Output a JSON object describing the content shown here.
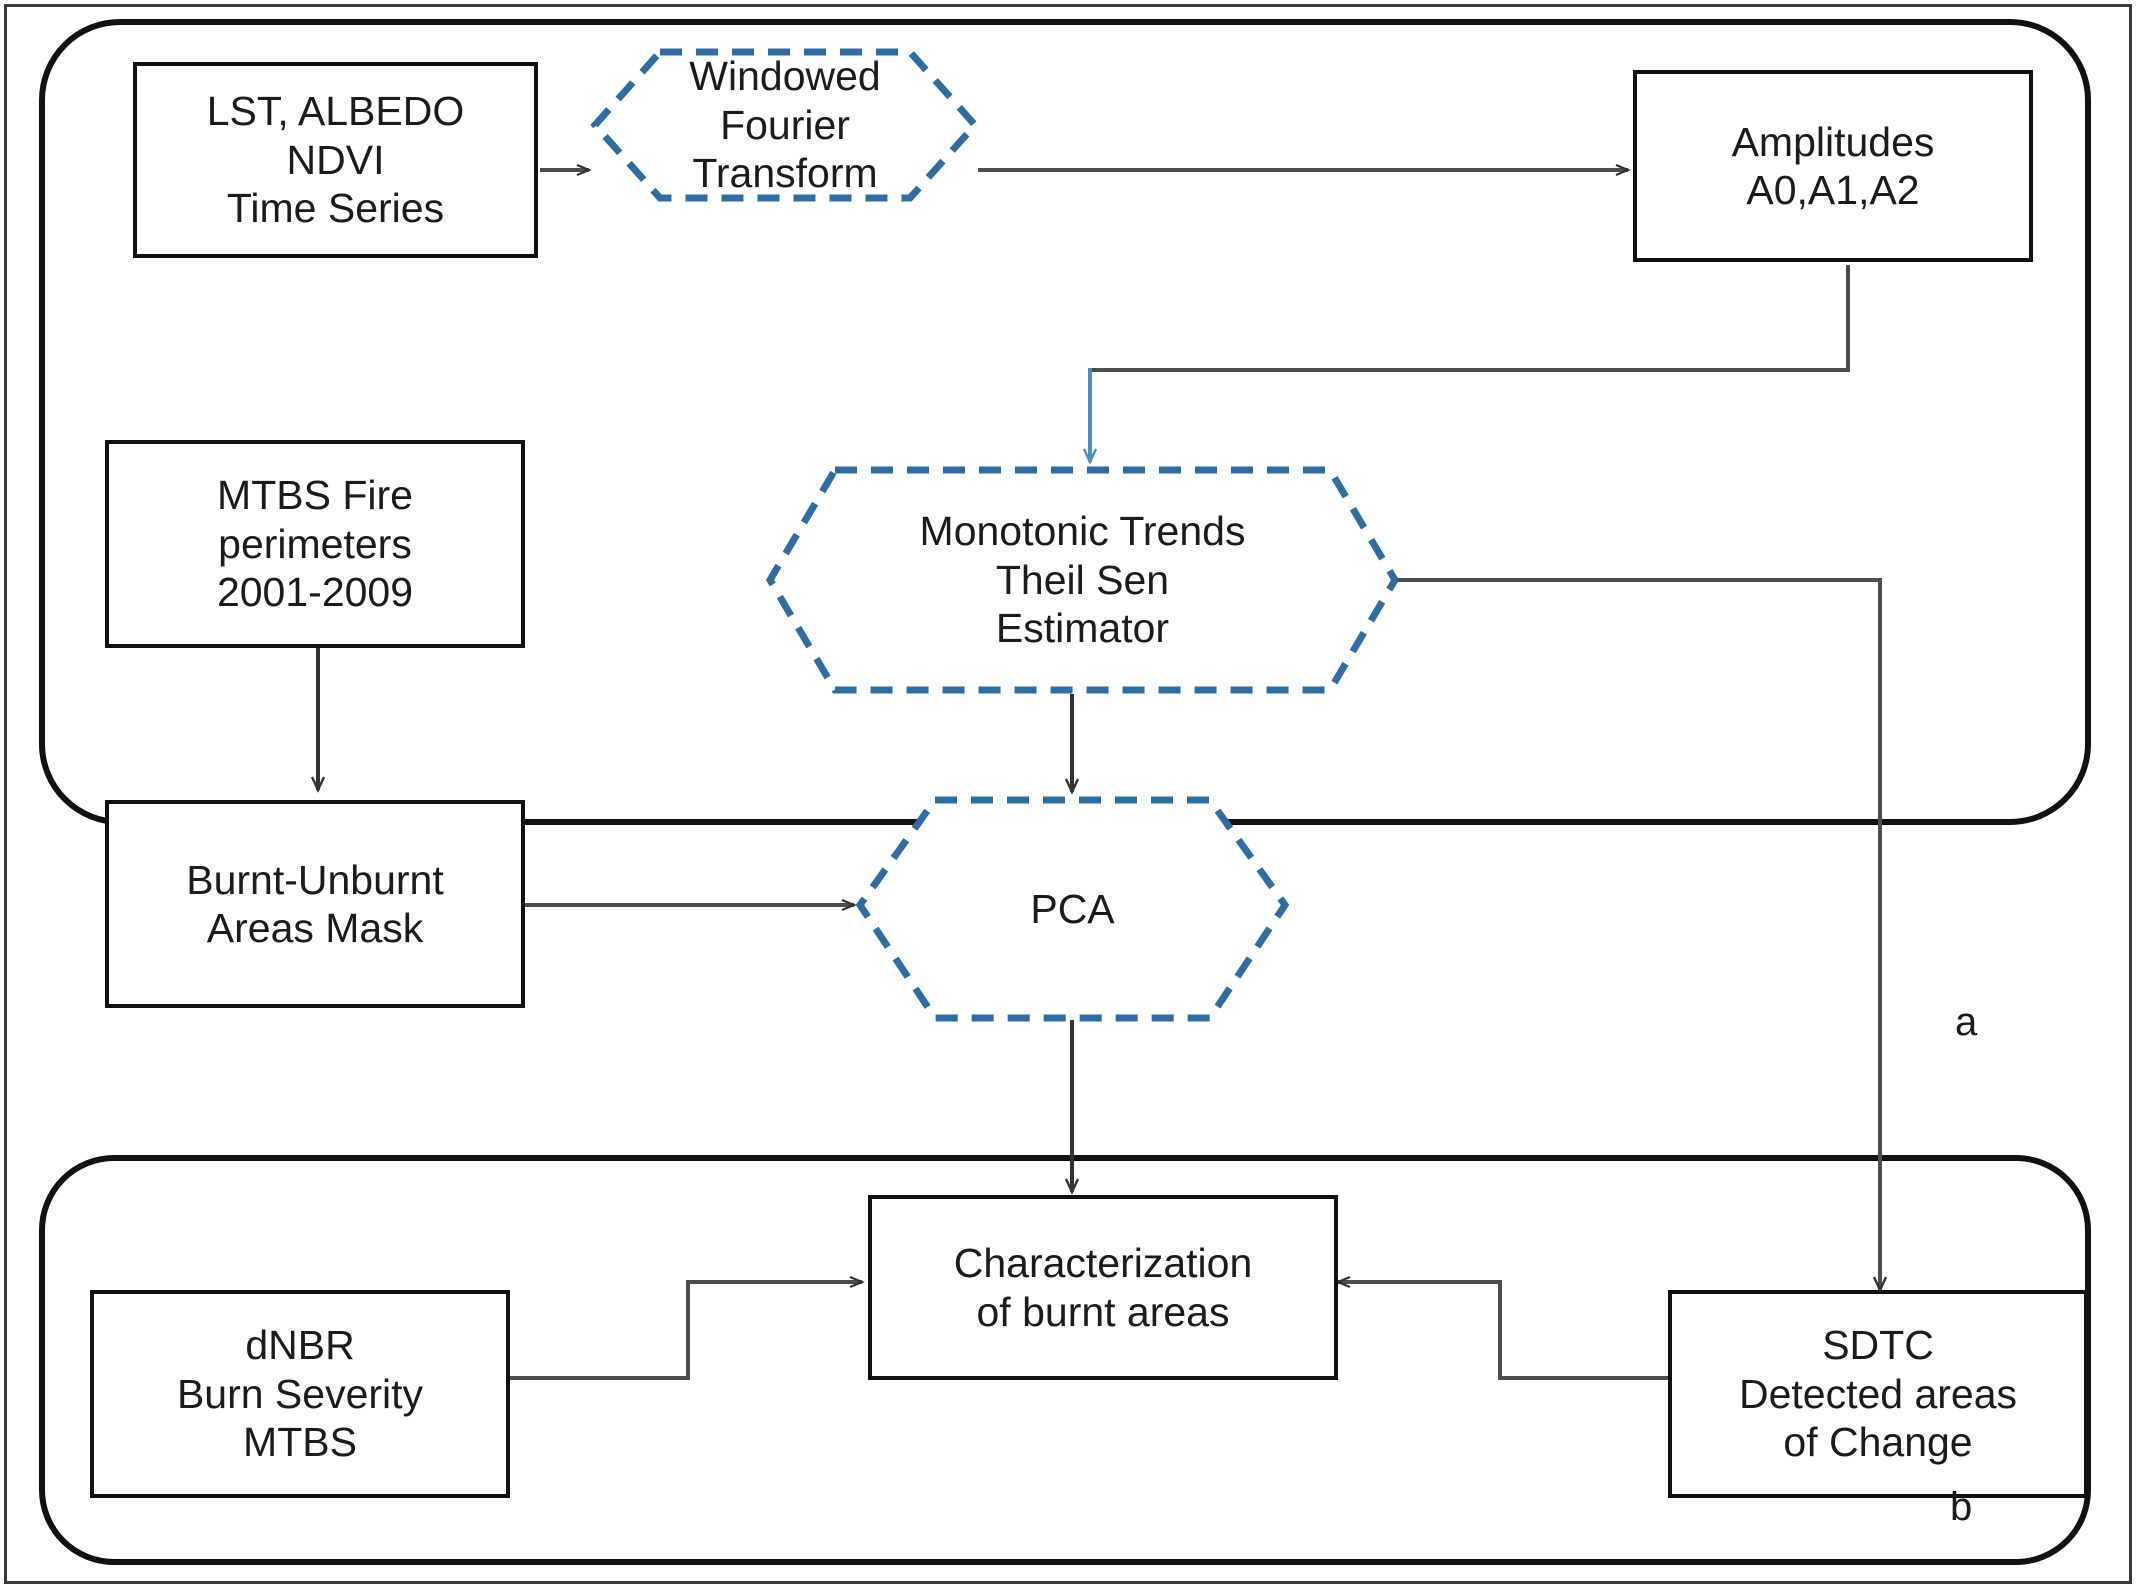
{
  "figure": {
    "panels": [
      {
        "id": "a",
        "letter": "a"
      },
      {
        "id": "b",
        "letter": "b"
      }
    ],
    "colors": {
      "process_outline": "#2E6DA4",
      "data_outline": "#111111",
      "connector": "#4d4d4d",
      "connector_accent": "#4a90c4",
      "panel_border": "#111111",
      "frame": "#3b3b3b",
      "text": "#1b1b1b",
      "background": "#ffffff"
    }
  },
  "nodes": {
    "lst_albedo_ndvi": {
      "shape": "rectangle",
      "text": "LST, ALBEDO\nNDVI\nTime Series"
    },
    "windowed_fourier_transform": {
      "shape": "hexagon",
      "text": "Windowed\nFourier\nTransform"
    },
    "amplitudes": {
      "shape": "rectangle",
      "text": "Amplitudes\nA0,A1,A2"
    },
    "mtbs_fire_perimeters": {
      "shape": "rectangle",
      "text": "MTBS Fire\nperimeters\n2001-2009"
    },
    "monotonic_trends": {
      "shape": "hexagon",
      "text": "Monotonic Trends\nTheil Sen\nEstimator"
    },
    "burnt_unburnt_mask": {
      "shape": "rectangle",
      "text": "Burnt-Unburnt\nAreas Mask"
    },
    "pca": {
      "shape": "hexagon",
      "text": "PCA"
    },
    "characterization": {
      "shape": "rectangle",
      "text": "Characterization\nof burnt areas"
    },
    "dnbr_burn_severity": {
      "shape": "rectangle",
      "text": "dNBR\nBurn Severity\nMTBS"
    },
    "sdtc": {
      "shape": "rectangle",
      "text": "SDTC\nDetected areas\nof Change"
    }
  },
  "edges": [
    {
      "from": "lst_albedo_ndvi",
      "to": "windowed_fourier_transform",
      "arrow": true
    },
    {
      "from": "windowed_fourier_transform",
      "to": "amplitudes",
      "arrow": true
    },
    {
      "from": "amplitudes",
      "to": "monotonic_trends",
      "arrow": true
    },
    {
      "from": "mtbs_fire_perimeters",
      "to": "burnt_unburnt_mask",
      "arrow": true
    },
    {
      "from": "monotonic_trends",
      "to": "pca",
      "arrow": true
    },
    {
      "from": "burnt_unburnt_mask",
      "to": "pca",
      "arrow": true
    },
    {
      "from": "pca",
      "to": "characterization",
      "arrow": true
    },
    {
      "from": "monotonic_trends",
      "to": "sdtc",
      "arrow": true
    },
    {
      "from": "dnbr_burn_severity",
      "to": "characterization",
      "arrow": true
    },
    {
      "from": "sdtc",
      "to": "characterization",
      "arrow": true
    }
  ]
}
